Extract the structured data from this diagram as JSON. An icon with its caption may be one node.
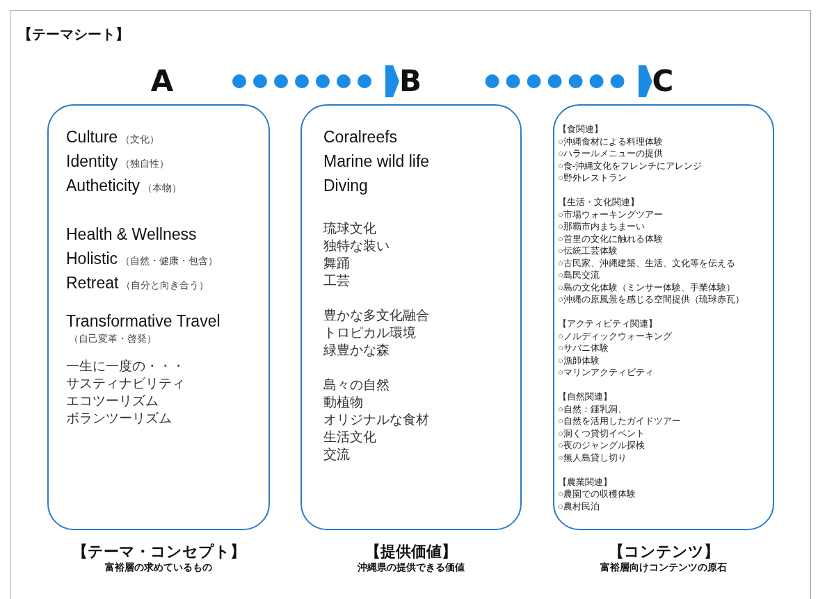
{
  "diagram": {
    "title": "【テーマシート】",
    "nodes": [
      {
        "text": [
          "A"
        ]
      },
      {
        "text": [
          "B"
        ]
      },
      {
        "text": [
          "C"
        ]
      },
      {
        "text": [
          "Culture",
          "（文化）",
          "Identity",
          "（独自性）",
          "Autheticity",
          "（本物）",
          "Health & Wellness",
          "Holistic",
          "（自然・健康・包含）",
          "Retreat",
          "（自分と向き合う）",
          "Transformative Travel",
          "（自己変革・啓発）",
          "一生に一度の・・・",
          "サスティナビリティ",
          "エコツーリズム",
          "ボランツーリズム"
        ],
        "beside": [
          "【テーマ・コンセプト】",
          "富裕層の求めているもの"
        ]
      },
      {
        "text": [
          "Coralreefs",
          "Marine wild life",
          "Diving",
          "琉球文化",
          "独特な装い",
          "舞踊",
          "工芸",
          "豊かな多文化融合",
          "トロピカル環境",
          "緑豊かな森",
          "島々の自然",
          "動植物",
          "オリジナルな食材",
          "生活文化",
          "交流"
        ],
        "beside": [
          "【提供価値】",
          "沖縄県の提供できる価値"
        ]
      },
      {
        "text": [
          "【食関連】",
          "○沖縄食材による料理体験",
          "○ハラールメニューの提供",
          "○食-沖縄文化をフレンチにアレンジ",
          "○野外レストラン",
          "【生活・文化関連】",
          "○市場ウォーキングツアー",
          "○那覇市内まちまーい",
          "○首里の文化に触れる体験",
          "○伝統工芸体験",
          "○古民家、沖縄建築、生活、文化等を伝える",
          "○島民交流",
          "○島の文化体験（ミンサー体験、手業体験）",
          "○沖縄の原風景を感じる空間提供（琉球赤瓦）",
          "【アクティビティ関連】",
          "○ノルディックウォーキング",
          "○サバニ体験",
          "○漁師体験",
          "○マリンアクティビティ",
          "【自然関連】",
          "○自然：鍾乳洞、",
          "○自然を活用したガイドツアー",
          "○洞くつ貸切イベント",
          "○夜のジャングル探検",
          "○無人島貸し切り",
          "【農業関連】",
          "○農園での収穫体験",
          "○農村民泊"
        ],
        "beside": [
          "【コンテンツ】",
          "富裕層向けコンテンツの原石"
        ]
      }
    ],
    "edges": [
      {
        "from": 0,
        "to": 1,
        "arrow": "to",
        "style": "dashed"
      },
      {
        "from": 1,
        "to": 2,
        "arrow": "to",
        "style": "dashed"
      }
    ]
  }
}
